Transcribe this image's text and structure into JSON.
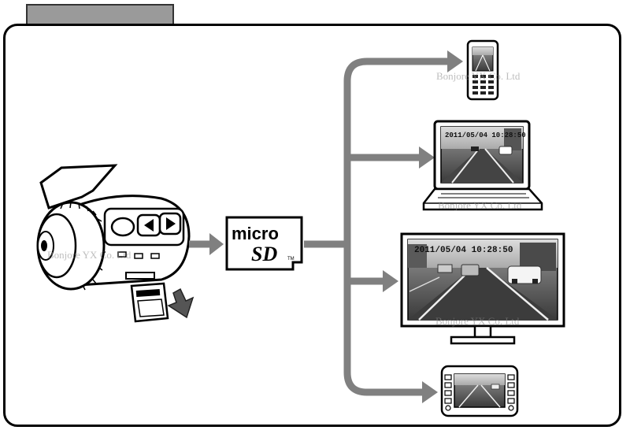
{
  "sd_card": {
    "micro_text": "micro",
    "sd_text": "SD",
    "tm": "TM"
  },
  "watermark": "Bonjore YX Co. Ltd",
  "screens": {
    "laptop_timestamp": "2011/05/04 10:28:50",
    "monitor_timestamp": "2011/05/04 10:28:50"
  },
  "colors": {
    "arrow": "#808080",
    "border": "#000000",
    "tab": "#9a9a9a"
  }
}
